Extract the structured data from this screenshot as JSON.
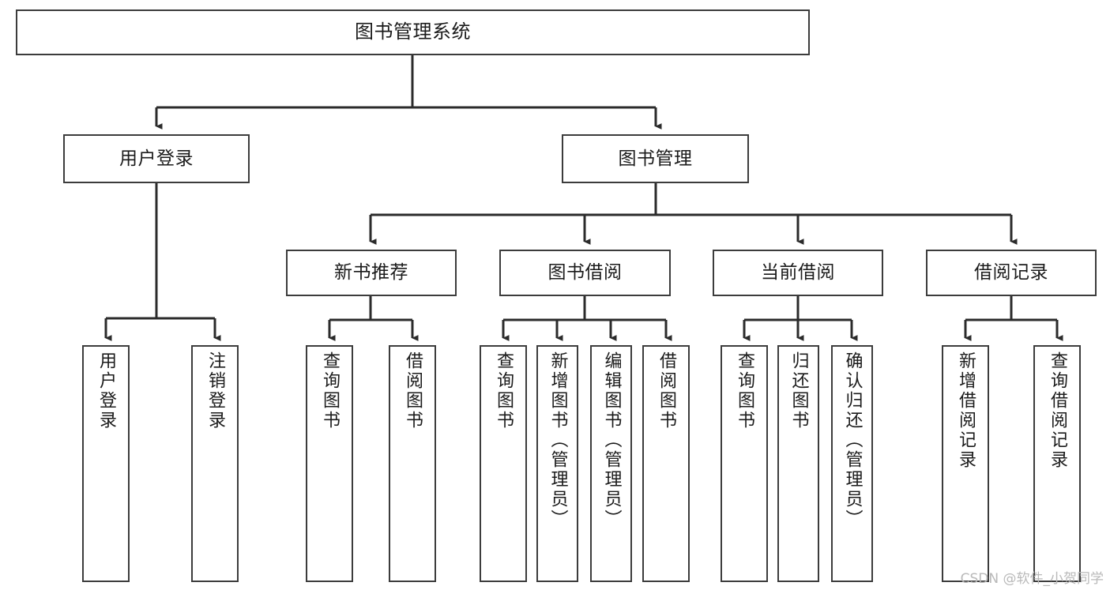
{
  "diagram": {
    "type": "tree",
    "title": "图书管理系统",
    "orientation": "top-down",
    "colors": {
      "box_border": "#3c3c3c",
      "box_fill": "#ffffff",
      "edge": "#2b2b2b",
      "text": "#1b1b1b",
      "background": "#ffffff",
      "watermark": "#b9b9b9"
    },
    "nodes": {
      "root": {
        "label": "图书管理系统"
      },
      "level2": [
        {
          "label": "用户登录"
        },
        {
          "label": "图书管理"
        }
      ],
      "level3": [
        {
          "label": "新书推荐"
        },
        {
          "label": "图书借阅"
        },
        {
          "label": "当前借阅"
        },
        {
          "label": "借阅记录"
        }
      ],
      "leaves": [
        {
          "label": "用户登录",
          "parent": "用户登录"
        },
        {
          "label": "注销登录",
          "parent": "用户登录"
        },
        {
          "label": "查询图书",
          "parent": "新书推荐"
        },
        {
          "label": "借阅图书",
          "parent": "新书推荐"
        },
        {
          "label": "查询图书",
          "parent": "图书借阅"
        },
        {
          "label": "新增图书（管理员）",
          "parent": "图书借阅"
        },
        {
          "label": "编辑图书（管理员）",
          "parent": "图书借阅"
        },
        {
          "label": "借阅图书",
          "parent": "图书借阅"
        },
        {
          "label": "查询图书",
          "parent": "当前借阅"
        },
        {
          "label": "归还图书",
          "parent": "当前借阅"
        },
        {
          "label": "确认归还（管理员）",
          "parent": "当前借阅"
        },
        {
          "label": "新增借阅记录",
          "parent": "借阅记录"
        },
        {
          "label": "查询借阅记录",
          "parent": "借阅记录"
        }
      ]
    }
  },
  "watermark": {
    "text": "CSDN @软件_小贺同学"
  }
}
